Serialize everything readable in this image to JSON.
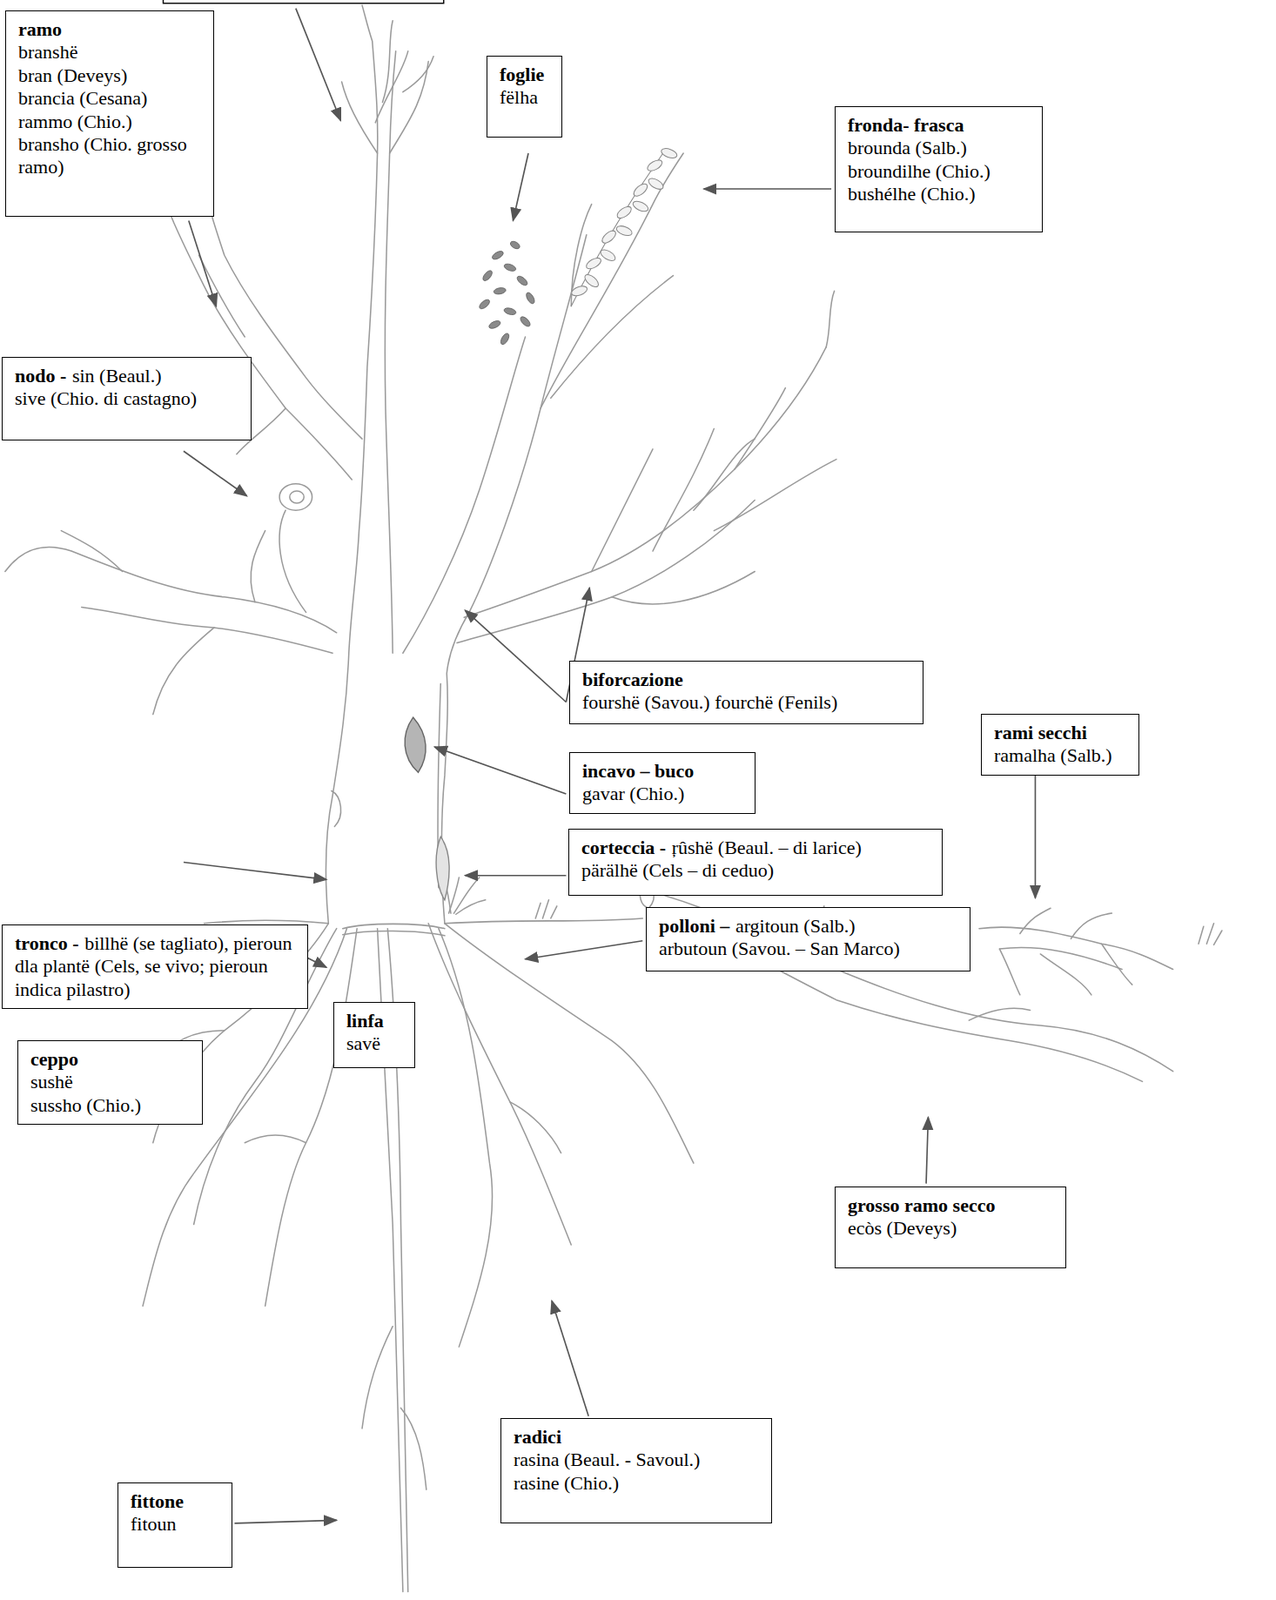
{
  "diagram": {
    "nodes": [
      {
        "text": [
          "ramo",
          "branshë",
          "bran (Deveys)",
          "brancia (Cesana)",
          "rammo (Chio.)",
          "bransho (Chio. grosso ramo)"
        ]
      },
      {
        "text": [
          "foglie",
          "fëlha"
        ]
      },
      {
        "text": [
          "fronda- frasca",
          "brounda (Salb.)",
          "broundilhe (Chio.)",
          "bushélhe (Chio.)"
        ]
      },
      {
        "text": [
          "nodo -",
          "sin (Beaul.)",
          "sive (Chio. di castagno)"
        ]
      },
      {
        "text": [
          "biforcazione",
          "fourshë (Savou.) fourchë (Fenils)"
        ]
      },
      {
        "text": [
          "rami secchi",
          "ramalha (Salb.)"
        ]
      },
      {
        "text": [
          "incavo – buco",
          "gavar (Chio.)"
        ]
      },
      {
        "text": [
          "corteccia -",
          "ŗûshë (Beaul. – di larice)",
          "pärälhë (Cels – di ceduo)"
        ]
      },
      {
        "text": [
          "polloni –",
          "argitoun (Salb.)",
          "arbutoun (Savou. – San Marco)"
        ]
      },
      {
        "text": [
          "tronco -",
          "billhë (se tagliato), pieroun dla plantë (Cels, se vivo; pieroun indica pilastro)"
        ]
      },
      {
        "text": [
          "linfa",
          "savë"
        ]
      },
      {
        "text": [
          "ceppo",
          "sushë",
          "sussho (Chio.)"
        ]
      },
      {
        "text": [
          "grosso ramo secco",
          "ecòs (Deveys)"
        ]
      },
      {
        "text": [
          "radici",
          "rasina (Beaul. - Savoul.)",
          "rasine (Chio.)"
        ]
      },
      {
        "text": [
          "fittone",
          "fitoun"
        ]
      }
    ]
  }
}
